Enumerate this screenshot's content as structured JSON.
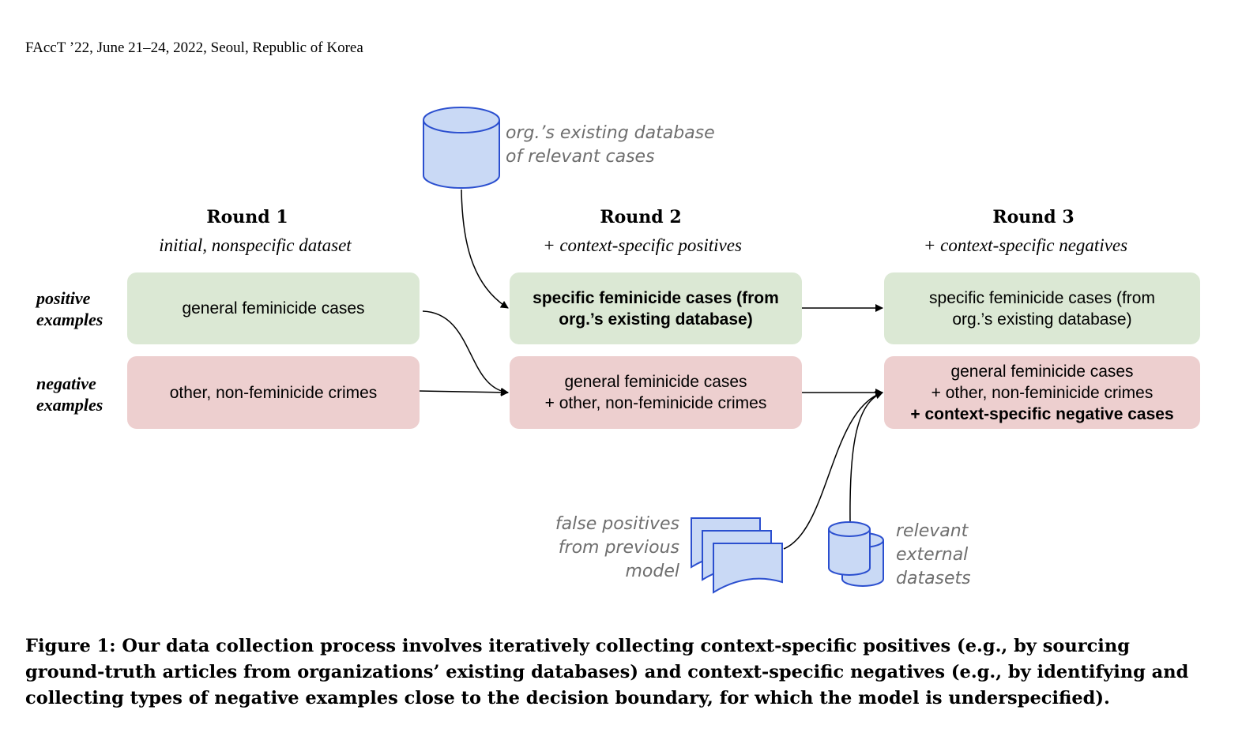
{
  "header": "FAccT ’22, June 21–24, 2022, Seoul, Republic of Korea",
  "colors": {
    "positive_box": "#dbe8d4",
    "negative_box": "#edcfcf",
    "icon_fill": "#c9d9f5",
    "icon_stroke": "#2b4fcf",
    "annotation_text": "#6e6e6e"
  },
  "rounds": [
    {
      "title": "Round 1",
      "subtitle": "initial, nonspecific dataset",
      "positive": [
        "general feminicide cases"
      ],
      "negative": [
        "other, non-feminicide crimes"
      ]
    },
    {
      "title": "Round 2",
      "subtitle": "+ context-specific positives",
      "positive": [
        "specific feminicide cases (from",
        "org.’s existing database)"
      ],
      "negative": [
        "general feminicide cases",
        "+ other, non-feminicide crimes"
      ]
    },
    {
      "title": "Round 3",
      "subtitle": "+ context-specific negatives",
      "positive": [
        "specific feminicide cases (from",
        "org.’s existing database)"
      ],
      "negative": [
        "general feminicide cases",
        "+ other, non-feminicide crimes",
        "+ context-specific negative cases"
      ]
    }
  ],
  "row_labels": {
    "positive": [
      "positive",
      "examples"
    ],
    "negative": [
      "negative",
      "examples"
    ]
  },
  "sources": {
    "database": [
      "org.’s existing database",
      "of relevant cases"
    ],
    "false_positives": [
      "false positives",
      "from previous",
      "model"
    ],
    "external": [
      "relevant",
      "external",
      "datasets"
    ]
  },
  "caption": "Figure 1: Our data collection process involves iteratively collecting context-specific positives (e.g., by sourcing ground-truth articles from organizations’ existing databases) and context-specific negatives (e.g., by identifying and collecting types of negative examples close to the decision boundary, for which the model is underspecified)."
}
